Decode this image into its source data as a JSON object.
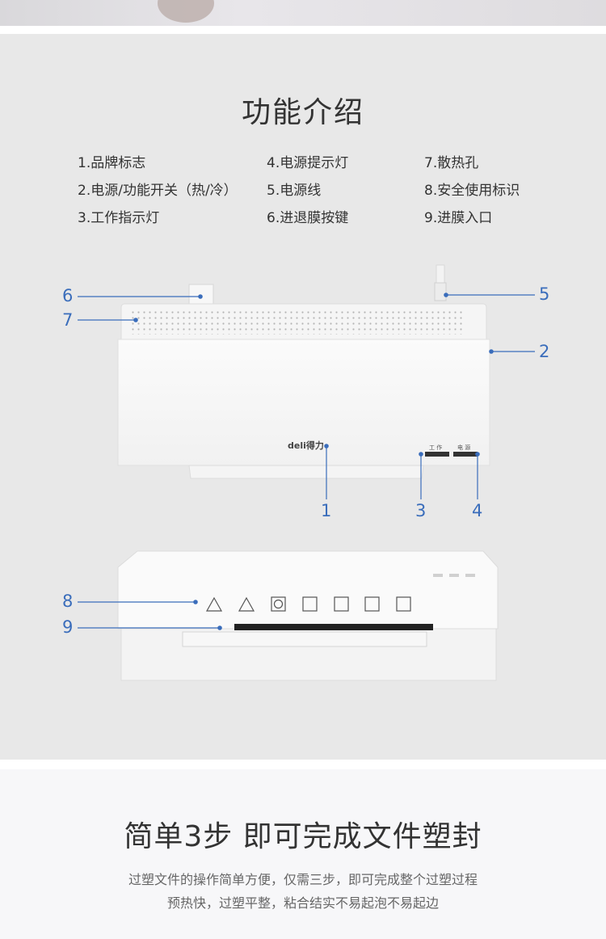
{
  "section": {
    "title": "功能介绍",
    "features": [
      "1.品牌标志",
      "2.电源/功能开关（热/冷）",
      "3.工作指示灯",
      "4.电源提示灯",
      "5.电源线",
      "6.进退膜按键",
      "7.散热孔",
      "8.安全使用标识",
      "9.进膜入口"
    ]
  },
  "device": {
    "brand": "deli得力",
    "indicator_work": "工 作",
    "indicator_power": "电 源"
  },
  "callouts": [
    "1",
    "2",
    "3",
    "4",
    "5",
    "6",
    "7",
    "8",
    "9"
  ],
  "colors": {
    "callout": "#3a6dbb",
    "panel": "#e8e8e8"
  },
  "steps": {
    "title": "简单3步 即可完成文件塑封",
    "line1": "过塑文件的操作简单方便，仅需三步，即可完成整个过塑过程",
    "line2": "预热快，过塑平整，粘合结实不易起泡不易起边"
  }
}
